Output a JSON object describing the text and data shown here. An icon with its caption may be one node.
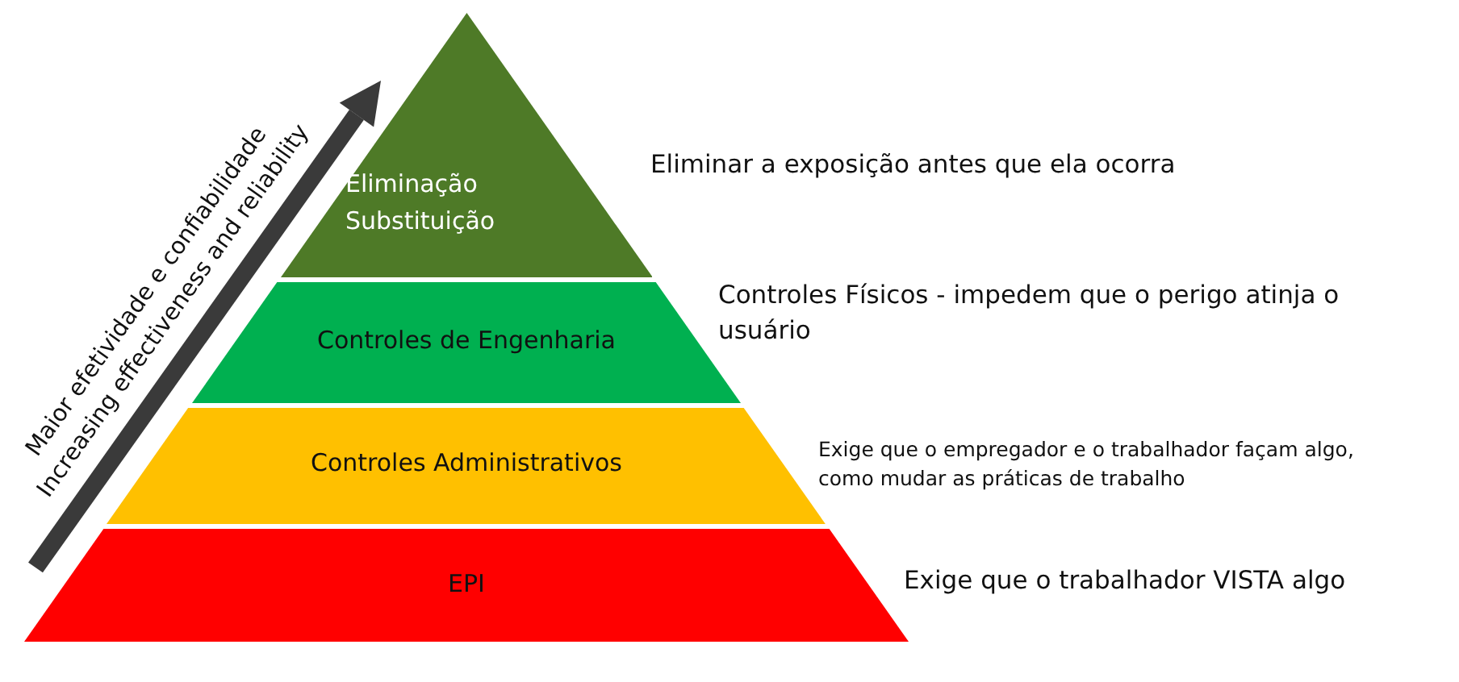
{
  "diagram": {
    "nodes": [
      {
        "text": [
          "Eliminação Substituição"
        ],
        "beside": [
          "Eliminar a exposição antes que ela ocorra"
        ]
      },
      {
        "text": [
          "Controles de Engenharia"
        ],
        "beside": [
          "Controles Físicos - impedem que o perigo atinja o usuário"
        ]
      },
      {
        "text": [
          "Controles Administrativos"
        ],
        "beside": [
          "Exige que o empregador e o trabalhador façam algo, como mudar as práticas de trabalho"
        ]
      },
      {
        "text": [
          "EPI"
        ],
        "beside": [
          "Exige que o trabalhador VISTA algo"
        ]
      }
    ],
    "labels": [
      "Maior efetividade e confiabilidade",
      "Increasing effectiveness and reliability"
    ]
  }
}
